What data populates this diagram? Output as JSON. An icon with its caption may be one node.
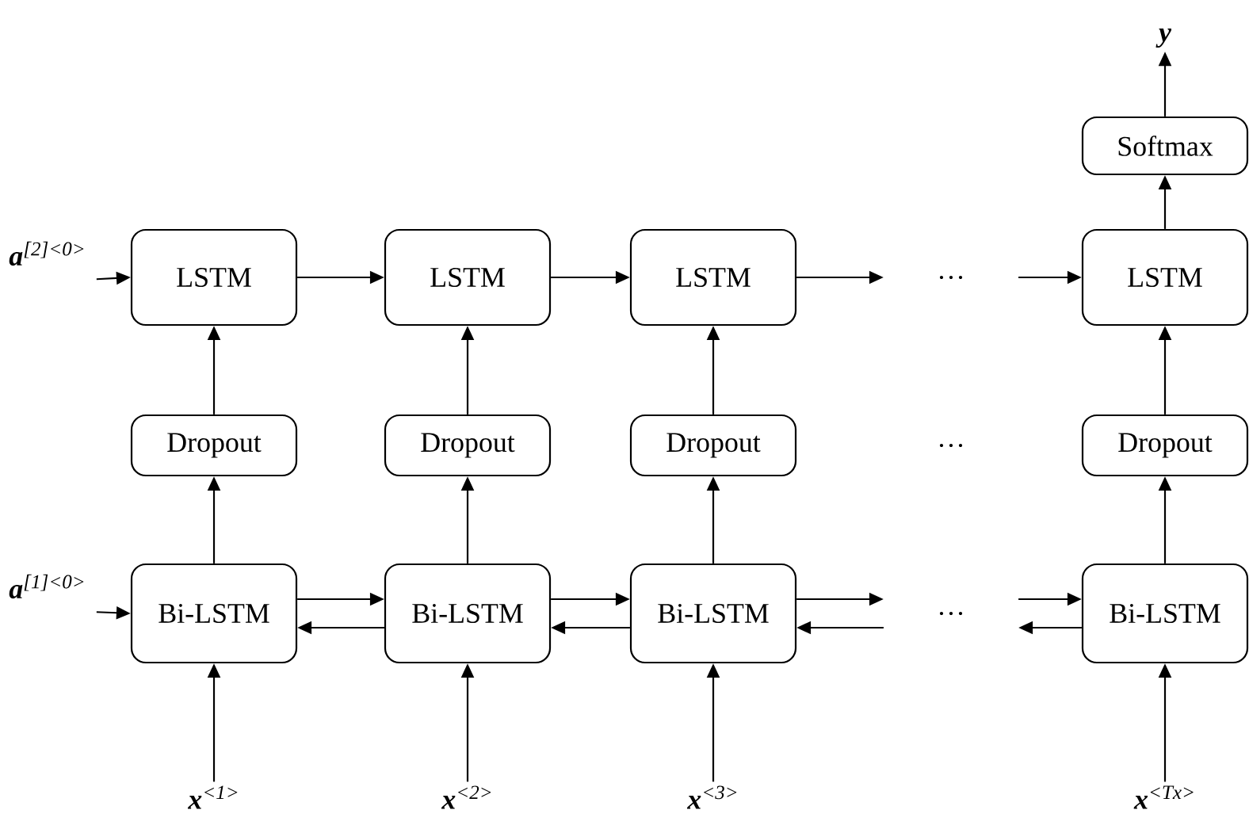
{
  "diagram": {
    "nodes": [
      {
        "text": [
          "y"
        ]
      },
      {
        "text": [
          "Softmax"
        ]
      },
      {
        "text": [
          "**a**$^{[2]<0>}$"
        ]
      },
      {
        "text": [
          "LSTM"
        ]
      },
      {
        "text": [
          "LSTM"
        ]
      },
      {
        "text": [
          "LSTM"
        ]
      },
      {
        "text": [
          "…"
        ]
      },
      {
        "text": [
          "LSTM"
        ]
      },
      {
        "text": [
          "Dropout"
        ]
      },
      {
        "text": [
          "Dropout"
        ]
      },
      {
        "text": [
          "Dropout"
        ]
      },
      {
        "text": [
          "Dropout"
        ]
      },
      {
        "text": [
          "**a**$^{[1]<0>}$"
        ]
      },
      {
        "text": [
          "Bi-LSTM"
        ]
      },
      {
        "text": [
          "Bi-LSTM"
        ]
      },
      {
        "text": [
          "Bi-LSTM"
        ]
      },
      {
        "text": [
          "…"
        ]
      },
      {
        "text": [
          "Bi-LSTM"
        ]
      },
      {
        "text": [
          "**x**$^{<1>}$"
        ]
      },
      {
        "text": [
          "**x**$^{<2>}$"
        ]
      },
      {
        "text": [
          "**x**$^{<3>}$"
        ]
      },
      {
        "text": [
          "**x**$^{<Tx>}$"
        ]
      }
    ],
    "edges": [
      {
        "from": 1,
        "to": 0,
        "arrow": "to"
      },
      {
        "from": 7,
        "to": 1,
        "arrow": "to"
      },
      {
        "from": 2,
        "to": 3,
        "arrow": "to"
      },
      {
        "from": 3,
        "to": 4,
        "arrow": "to"
      },
      {
        "from": 4,
        "to": 5,
        "arrow": "to"
      },
      {
        "from": 5,
        "to": 6,
        "arrow": "to"
      },
      {
        "from": 6,
        "to": 7,
        "arrow": "to"
      },
      {
        "from": 8,
        "to": 3,
        "arrow": "to"
      },
      {
        "from": 9,
        "to": 4,
        "arrow": "to"
      },
      {
        "from": 10,
        "to": 5,
        "arrow": "to"
      },
      {
        "from": 11,
        "to": 7,
        "arrow": "to"
      },
      {
        "from": 13,
        "to": 8,
        "arrow": "to"
      },
      {
        "from": 14,
        "to": 9,
        "arrow": "to"
      },
      {
        "from": 15,
        "to": 10,
        "arrow": "to"
      },
      {
        "from": 17,
        "to": 11,
        "arrow": "to"
      },
      {
        "from": 12,
        "to": 13,
        "arrow": "to"
      },
      {
        "from": 13,
        "to": 14,
        "arrow": "to"
      },
      {
        "from": 14,
        "to": 13,
        "arrow": "to"
      },
      {
        "from": 14,
        "to": 15,
        "arrow": "to"
      },
      {
        "from": 15,
        "to": 14,
        "arrow": "to"
      },
      {
        "from": 15,
        "to": 16,
        "arrow": "to"
      },
      {
        "from": 16,
        "to": 15,
        "arrow": "to"
      },
      {
        "from": 16,
        "to": 17,
        "arrow": "to"
      },
      {
        "from": 17,
        "to": 16,
        "arrow": "to"
      },
      {
        "from": 18,
        "to": 13,
        "arrow": "to"
      },
      {
        "from": 19,
        "to": 14,
        "arrow": "to"
      },
      {
        "from": 20,
        "to": 15,
        "arrow": "to"
      },
      {
        "from": 21,
        "to": 17,
        "arrow": "to"
      }
    ],
    "labels": [
      "…"
    ]
  }
}
